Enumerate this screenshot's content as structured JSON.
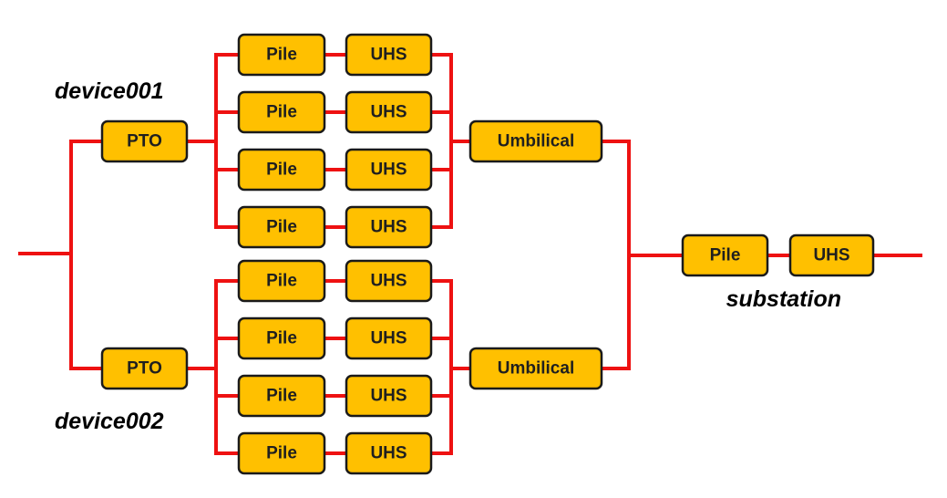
{
  "colors": {
    "connector": "#ee1111",
    "block_fill": "#ffc000",
    "block_border": "#1a1a1a",
    "label_text": "#000000"
  },
  "labels": {
    "device1": "device001",
    "device2": "device002",
    "substation": "substation"
  },
  "device1": {
    "pto": "PTO",
    "strings": [
      {
        "pile": "Pile",
        "uhs": "UHS"
      },
      {
        "pile": "Pile",
        "uhs": "UHS"
      },
      {
        "pile": "Pile",
        "uhs": "UHS"
      },
      {
        "pile": "Pile",
        "uhs": "UHS"
      }
    ],
    "umbilical": "Umbilical"
  },
  "device2": {
    "pto": "PTO",
    "strings": [
      {
        "pile": "Pile",
        "uhs": "UHS"
      },
      {
        "pile": "Pile",
        "uhs": "UHS"
      },
      {
        "pile": "Pile",
        "uhs": "UHS"
      },
      {
        "pile": "Pile",
        "uhs": "UHS"
      }
    ],
    "umbilical": "Umbilical"
  },
  "substation": {
    "pile": "Pile",
    "uhs": "UHS"
  }
}
